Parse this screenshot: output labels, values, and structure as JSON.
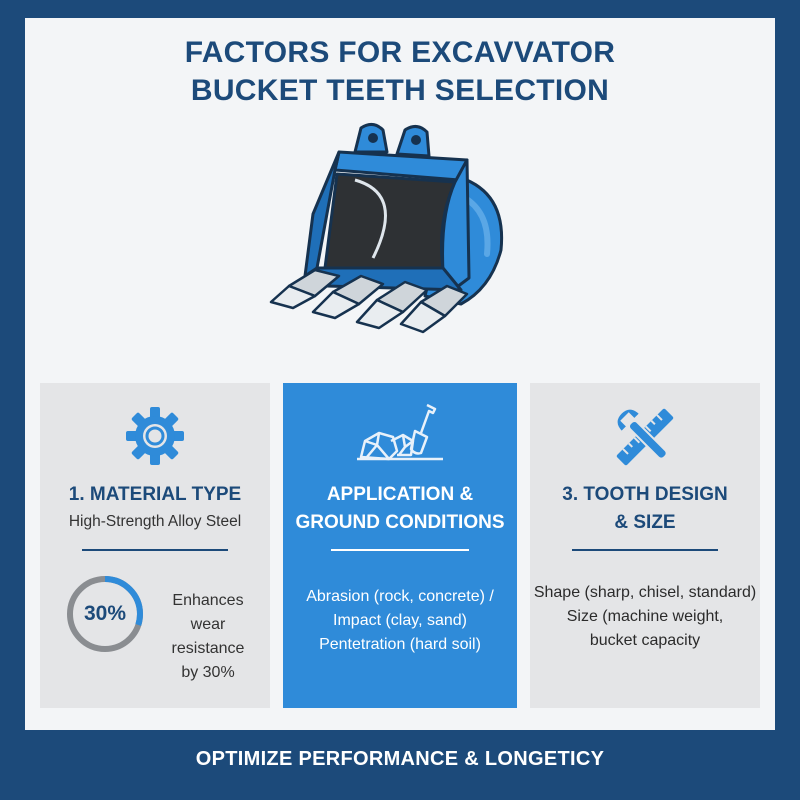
{
  "title": {
    "line1": "FACTORS FOR EXCAVVATOR",
    "line2": "BUCKET TEETH SELECTION"
  },
  "colors": {
    "navy": "#1c4a7a",
    "accent_blue": "#2f8bd9",
    "card_gray": "#e4e5e7",
    "panel": "#f3f5f7"
  },
  "cards": [
    {
      "icon": "gear-icon",
      "title": "1. MATERIAL TYPE",
      "subtitle": "High-Strength Alloy Steel",
      "stat": {
        "value": "30%",
        "fraction": 0.3,
        "caption_lines": [
          "Enhances wear",
          "resistance",
          "by 30%"
        ]
      }
    },
    {
      "icon": "rocks-shovel-icon",
      "title_lines": [
        "APPLICATION &",
        "GROUND CONDITIONS"
      ],
      "body_lines": [
        "Abrasion (rock, concrete) /",
        "Impact (clay, sand)",
        "Pentetration (hard soil)"
      ]
    },
    {
      "icon": "ruler-wrench-icon",
      "title_lines": [
        "3. TOOTH DESIGN",
        "& SIZE"
      ],
      "body_lines": [
        "Shape (sharp, chisel, standard)",
        "Size (machine weight,",
        "bucket capacity"
      ]
    }
  ],
  "footer": "OPTIMIZE PERFORMANCE & LONGETICY"
}
